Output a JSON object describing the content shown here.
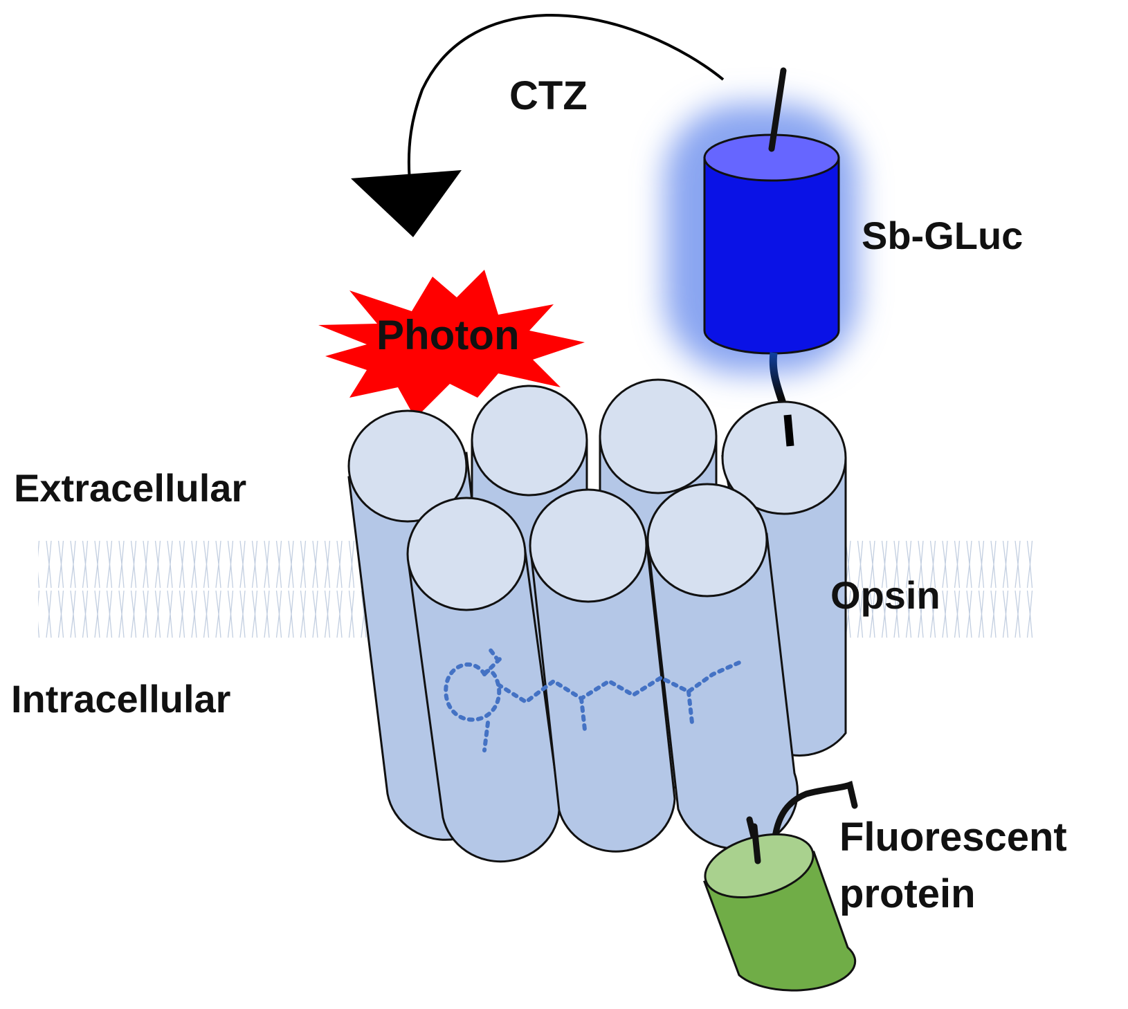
{
  "labels": {
    "ctz": "CTZ",
    "sb_gluc": "Sb-GLuc",
    "photon": "Photon",
    "extracellular": "Extracellular",
    "intracellular": "Intracellular",
    "opsin": "Opsin",
    "fluorescent_line1": "Fluorescent",
    "fluorescent_line2": "protein"
  },
  "colors": {
    "helix_side": "#b4c7e7",
    "helix_top": "#d6e0f0",
    "membrane_head": "#a5b0c2",
    "membrane_tail": "#c2cee0",
    "gluc_side": "#0a12e6",
    "gluc_top": "#6666ff",
    "gluc_glow": "#7d9bef",
    "photon": "#ff0000",
    "fp_side": "#70ad47",
    "fp_top": "#a9d18e",
    "retinal": "#4472c4"
  }
}
